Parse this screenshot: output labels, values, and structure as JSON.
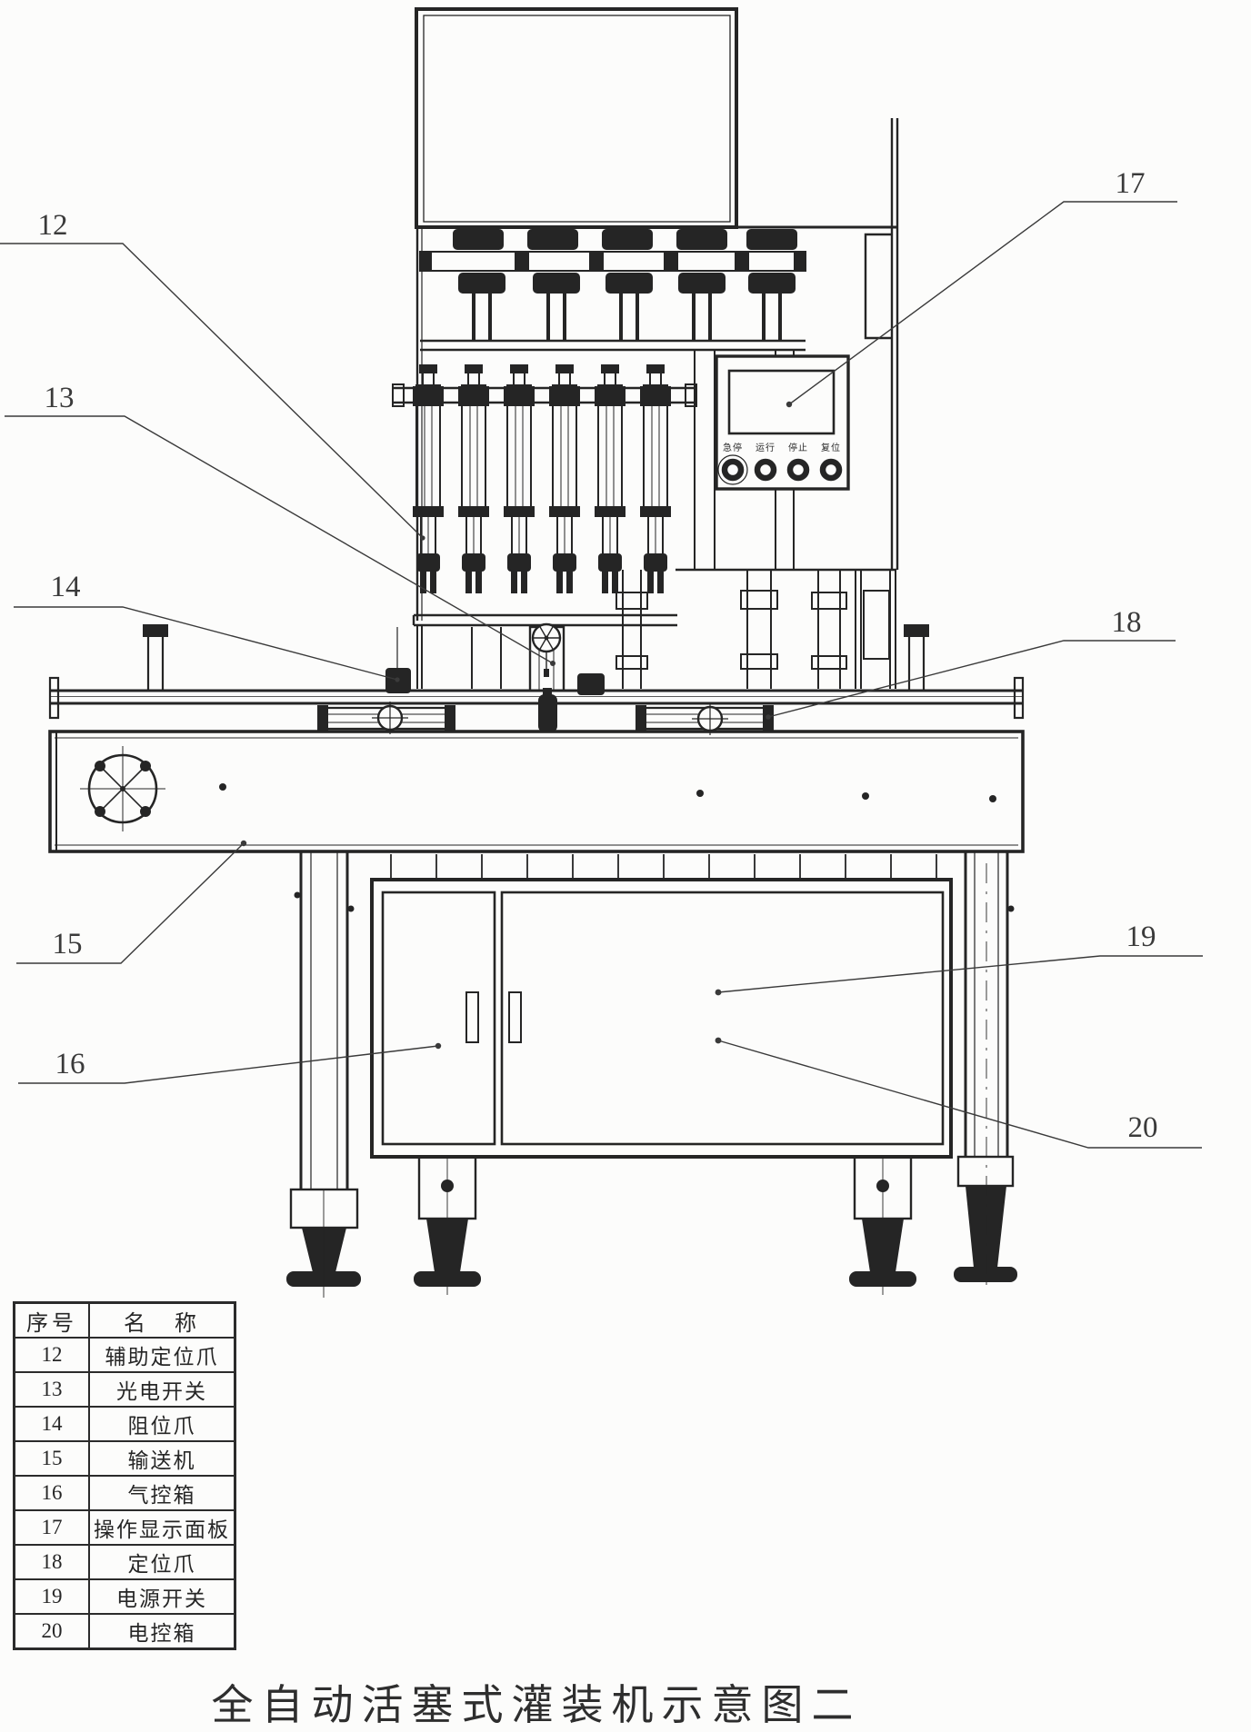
{
  "caption": {
    "text": "全自动活塞式灌装机示意图二"
  },
  "control_panel": {
    "buttons": [
      {
        "label": "急停"
      },
      {
        "label": "运行"
      },
      {
        "label": "停止"
      },
      {
        "label": "复位"
      }
    ]
  },
  "callouts": {
    "c12": {
      "label": "12"
    },
    "c13": {
      "label": "13"
    },
    "c14": {
      "label": "14"
    },
    "c15": {
      "label": "15"
    },
    "c16": {
      "label": "16"
    },
    "c17": {
      "label": "17"
    },
    "c18": {
      "label": "18"
    },
    "c19": {
      "label": "19"
    },
    "c20": {
      "label": "20"
    }
  },
  "parts_table": {
    "header_no": "序号",
    "header_name": "名　称",
    "rows": [
      {
        "no": "12",
        "name": "辅助定位爪"
      },
      {
        "no": "13",
        "name": "光电开关"
      },
      {
        "no": "14",
        "name": "阻位爪"
      },
      {
        "no": "15",
        "name": "输送机"
      },
      {
        "no": "16",
        "name": "气控箱"
      },
      {
        "no": "17",
        "name": "操作显示面板"
      },
      {
        "no": "18",
        "name": "定位爪"
      },
      {
        "no": "19",
        "name": "电源开关"
      },
      {
        "no": "20",
        "name": "电控箱"
      }
    ]
  },
  "ink_color": "#252525"
}
